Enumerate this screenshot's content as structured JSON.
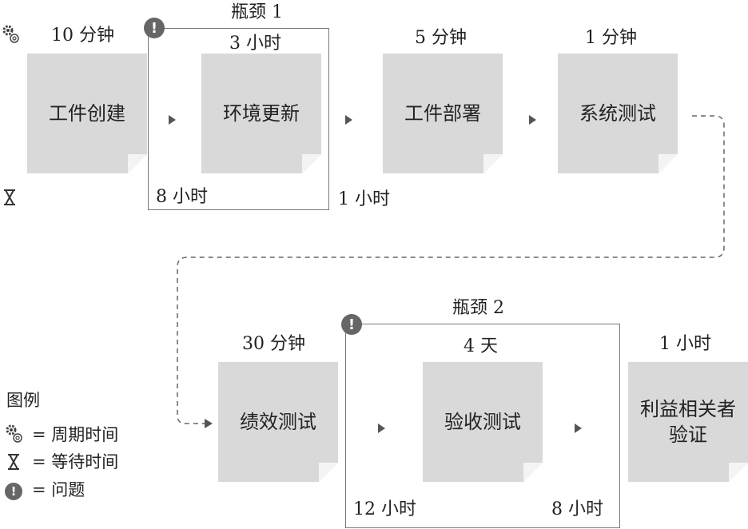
{
  "legend": {
    "title": "图例",
    "items": [
      {
        "icon": "gears-icon",
        "text": "= 周期时间"
      },
      {
        "icon": "hourglass-icon",
        "text": "= 等待时间"
      },
      {
        "icon": "warning-icon",
        "text": "= 问题"
      }
    ]
  },
  "bottlenecks": [
    {
      "label": "瓶颈 1"
    },
    {
      "label": "瓶颈 2"
    }
  ],
  "steps": [
    {
      "name": "工件创建",
      "cycle": "10 分钟"
    },
    {
      "name": "环境更新",
      "cycle": "3 小时"
    },
    {
      "name": "工件部署",
      "cycle": "5 分钟"
    },
    {
      "name": "系统测试",
      "cycle": "1 分钟"
    },
    {
      "name": "绩效测试",
      "cycle": "30 分钟"
    },
    {
      "name": "验收测试",
      "cycle": "4 天"
    },
    {
      "name": "利益相关者\n验证",
      "cycle": "1 小时"
    }
  ],
  "waits": [
    "8 小时",
    "1 小时",
    "12 小时",
    "8 小时"
  ],
  "colors": {
    "step_fill": "#d9d9d9",
    "icon": "#666666",
    "border": "#777777"
  }
}
